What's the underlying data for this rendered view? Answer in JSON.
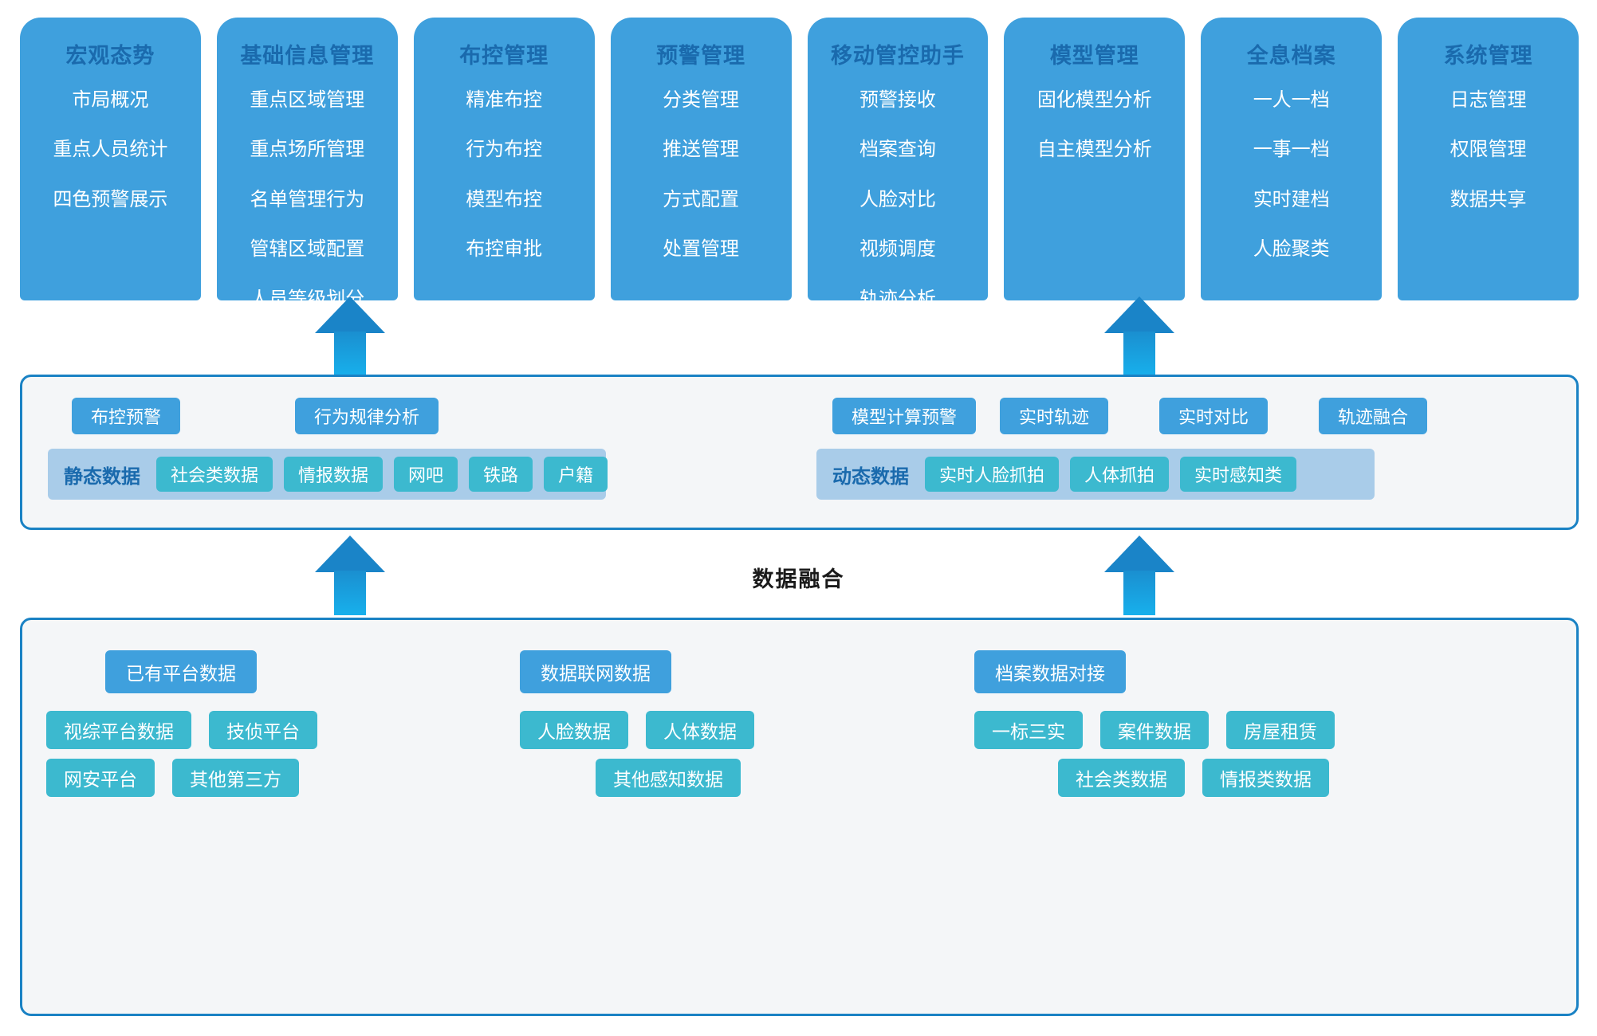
{
  "colors": {
    "module_card": "#3fa0dd",
    "module_title": "#1a6aad",
    "panel_border": "#1a82c4",
    "panel_bg": "#f4f6f8",
    "chip_blue": "#3fa0dd",
    "chip_teal": "#3cb9cf",
    "group_bg": "#a9cce9",
    "arrow_top": "#1a84c8",
    "arrow_bottom": "#18b0ec"
  },
  "top_modules": [
    {
      "title": "宏观态势",
      "items": [
        "市局概况",
        "重点人员统计",
        "四色预警展示"
      ]
    },
    {
      "title": "基础信息管理",
      "items": [
        "重点区域管理",
        "重点场所管理",
        "名单管理行为",
        "管辖区域配置",
        "人员等级划分"
      ]
    },
    {
      "title": "布控管理",
      "items": [
        "精准布控",
        "行为布控",
        "模型布控",
        "布控审批"
      ]
    },
    {
      "title": "预警管理",
      "items": [
        "分类管理",
        "推送管理",
        "方式配置",
        "处置管理"
      ]
    },
    {
      "title": "移动管控助手",
      "items": [
        "预警接收",
        "档案查询",
        "人脸对比",
        "视频调度",
        "轨迹分析"
      ]
    },
    {
      "title": "模型管理",
      "items": [
        "固化模型分析",
        "自主模型分析"
      ]
    },
    {
      "title": "全息档案",
      "items": [
        "一人一档",
        "一事一档",
        "实时建档",
        "人脸聚类"
      ]
    },
    {
      "title": "系统管理",
      "items": [
        "日志管理",
        "权限管理",
        "数据共享"
      ]
    }
  ],
  "mid_layer": {
    "left": {
      "chips": [
        "布控预警",
        "行为规律分析"
      ],
      "group_label": "静态数据",
      "group_items": [
        "社会类数据",
        "情报数据",
        "网吧",
        "铁路",
        "户籍"
      ]
    },
    "right": {
      "chips": [
        "模型计算预警",
        "实时轨迹",
        "实时对比",
        "轨迹融合"
      ],
      "group_label": "动态数据",
      "group_items": [
        "实时人脸抓拍",
        "人体抓拍",
        "实时感知类"
      ]
    }
  },
  "fusion_label": "数据融合",
  "bottom_layer": {
    "columns": [
      {
        "head": "已有平台数据",
        "rows": [
          [
            "视综平台数据",
            "技侦平台"
          ],
          [
            "网安平台",
            "其他第三方"
          ]
        ]
      },
      {
        "head": "数据联网数据",
        "rows": [
          [
            "人脸数据",
            "人体数据"
          ],
          [
            "其他感知数据"
          ]
        ]
      },
      {
        "head": "档案数据对接",
        "rows": [
          [
            "一标三实",
            "案件数据",
            "房屋租赁"
          ],
          [
            "社会类数据",
            "情报类数据"
          ]
        ]
      }
    ]
  }
}
